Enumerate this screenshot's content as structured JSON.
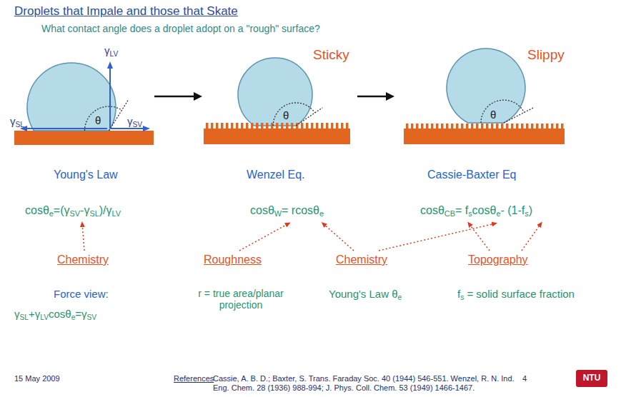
{
  "diagram": {
    "title": "Droplets that Impale and those that Skate",
    "nodes": [
      {
        "text": [
          "γLV",
          "γSL",
          "θ",
          "γSV"
        ]
      },
      {
        "text": [
          "Sticky",
          "θ"
        ]
      },
      {
        "text": [
          "Slippy",
          "θ"
        ]
      },
      {
        "text": [
          "NTU"
        ]
      }
    ],
    "edges": [
      {
        "from": 0,
        "to": 1,
        "arrow": "to"
      },
      {
        "from": 1,
        "to": 2,
        "arrow": "to"
      }
    ],
    "labels": [
      "What contact angle does a droplet adopt on a \"rough\" surface?",
      "Young's Law",
      "Wenzel Eq.",
      "Cassie-Baxter Eq",
      "cosθe=(γSV-γSL)/γLV",
      "cosθW= rcosθe",
      "cosθCB= fscosθe- (1-fs)",
      "Chemistry",
      "Roughness",
      "Chemistry",
      "Topography",
      "Force view:",
      "γSL+γLVcosθe=γSV",
      "r = true area/planar projection",
      "Young's Law θe",
      "fs = solid surface fraction",
      "15 May 2009",
      "References",
      "Cassie, A. B. D.; Baxter, S. Trans. Faraday Soc. 40 (1944) 546-551. Wenzel, R. N. Ind. Eng. Chem. 28 (1936) 988-994; J. Phys. Coll. Chem. 53 (1949) 1466-1467.",
      "4"
    ]
  }
}
